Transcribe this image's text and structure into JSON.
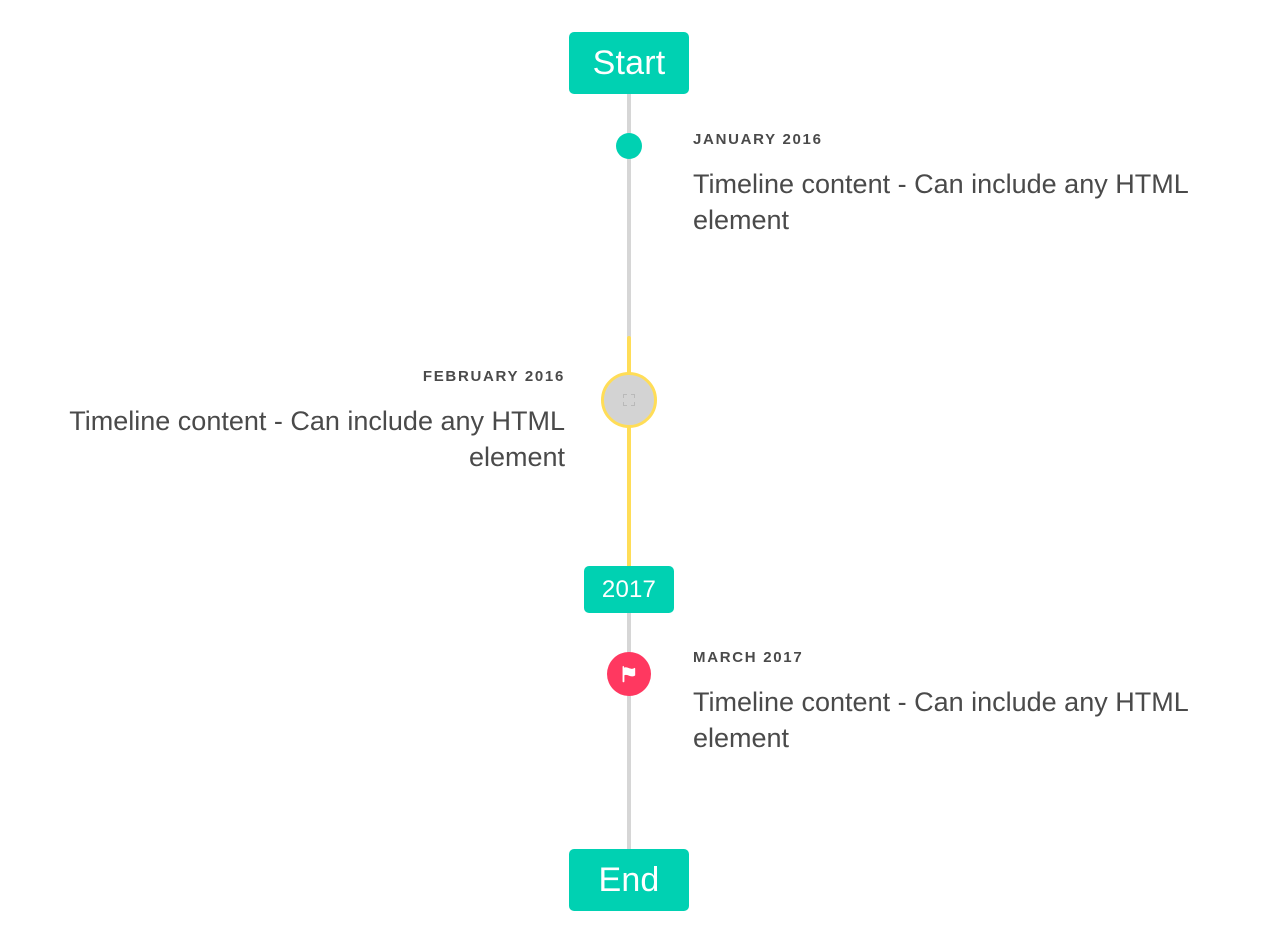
{
  "timeline": {
    "headers": {
      "start": "Start",
      "year": "2017",
      "end": "End"
    },
    "items": [
      {
        "heading": "JANUARY 2016",
        "content": "Timeline content - Can include any HTML element",
        "side": "right",
        "marker": "dot",
        "marker_color": "#00d1b2"
      },
      {
        "heading": "FEBRUARY 2016",
        "content": "Timeline content - Can include any HTML element",
        "side": "left",
        "marker": "image",
        "marker_color": "#ffdd57"
      },
      {
        "heading": "MARCH 2017",
        "content": "Timeline content - Can include any HTML element",
        "side": "right",
        "marker": "flag-icon",
        "marker_color": "#ff3860"
      }
    ]
  },
  "colors": {
    "primary": "#00d1b2",
    "warning": "#ffdd57",
    "danger": "#ff3860",
    "rail": "#d6d6d6",
    "text": "#4a4a4a",
    "marker_fill": "#d3d3d3"
  }
}
